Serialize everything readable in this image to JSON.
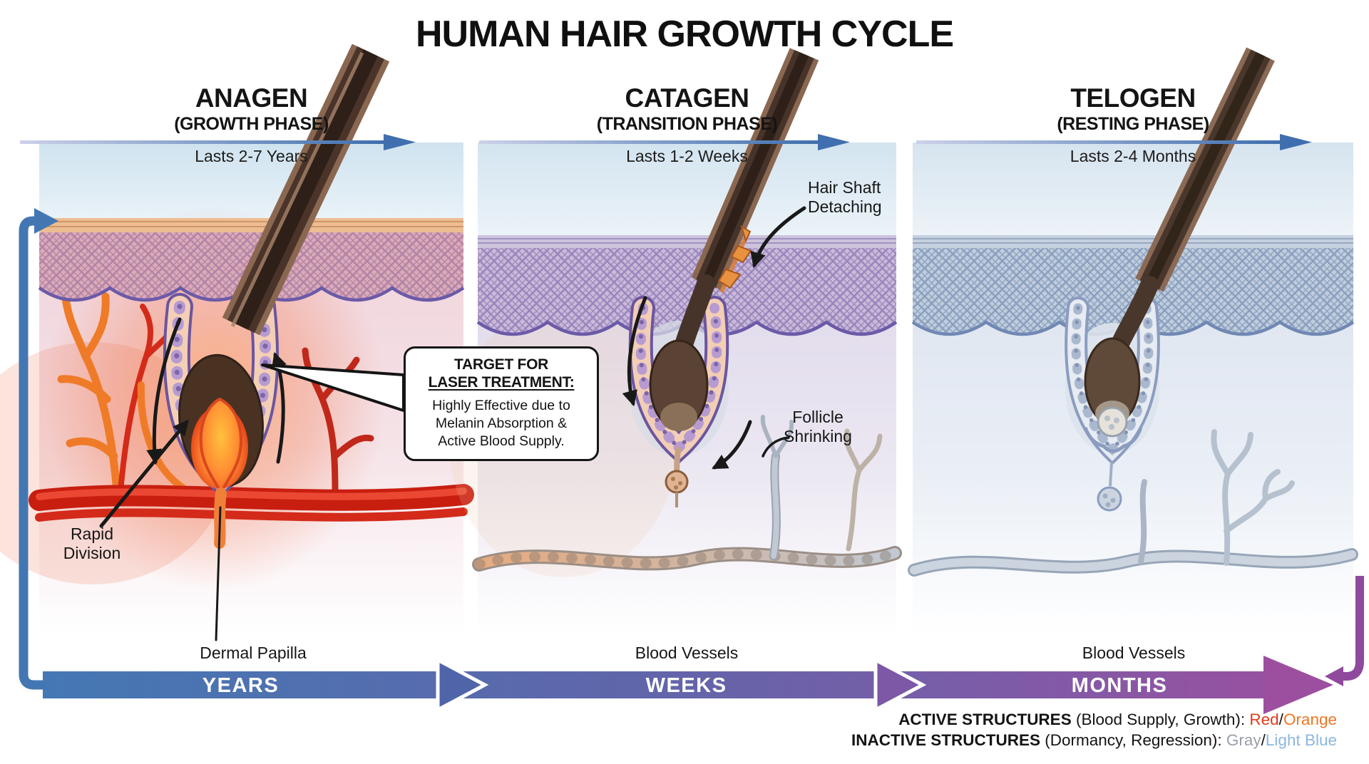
{
  "title": "HUMAN HAIR GROWTH CYCLE",
  "phases": [
    {
      "name": "ANAGEN",
      "subtitle": "(GROWTH PHASE)",
      "duration": "Lasts 2-7 Years"
    },
    {
      "name": "CATAGEN",
      "subtitle": "(TRANSITION PHASE)",
      "duration": "Lasts 1-2 Weeks"
    },
    {
      "name": "TELOGEN",
      "subtitle": "(RESTING PHASE)",
      "duration": "Lasts 2-4 Months"
    }
  ],
  "annotations": {
    "rapid_division": "Rapid Division",
    "dermal_papilla": "Dermal Papilla",
    "hair_shaft_detaching": "Hair Shaft Detaching",
    "follicle_shrinking": "Follicle Shrinking",
    "blood_vessels_catagen": "Blood Vessels",
    "blood_vessels_telogen": "Blood Vessels"
  },
  "callout": {
    "title_line1": "TARGET FOR",
    "title_line2": "LASER TREATMENT:",
    "body_line1": "Highly Effective due to",
    "body_line2": "Melanin Absorption &",
    "body_line3": "Active Blood Supply."
  },
  "timeline": {
    "segments": [
      "YEARS",
      "WEEKS",
      "MONTHS"
    ]
  },
  "legend": {
    "active": {
      "label": "ACTIVE STRUCTURES",
      "desc": " (Blood Supply, Growth): ",
      "color1": "Red",
      "sep": "/",
      "color2": "Orange"
    },
    "inactive": {
      "label": "INACTIVE STRUCTURES",
      "desc": " (Dormancy, Regression): ",
      "color1": "Gray",
      "sep": "/",
      "color2": "Light Blue"
    }
  },
  "colors": {
    "rule_arrow_blue": "#3f6fae",
    "timeline_start": "#4478b4",
    "timeline_end": "#9c4f9f",
    "cycle_loop_blue": "#4377b3",
    "cycle_loop_purple": "#8f4a9d",
    "active_red": "#e2391b",
    "active_orange": "#ee7623",
    "inactive_gray": "#98a0a9",
    "inactive_light_blue": "#8cb6de"
  }
}
